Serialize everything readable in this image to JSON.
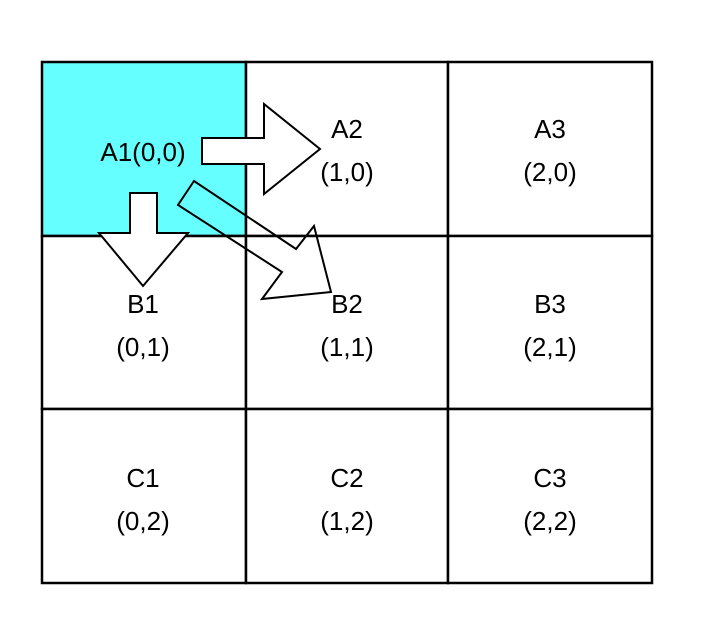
{
  "colors": {
    "highlight_fill": "#66ffff",
    "cell_fill": "#ffffff",
    "border": "#000000"
  },
  "grid": {
    "cells": [
      {
        "id": "a1",
        "line1": "A1(0,0)",
        "line2": "",
        "highlighted": true
      },
      {
        "id": "a2",
        "line1": "A2",
        "line2": "(1,0)",
        "highlighted": false
      },
      {
        "id": "a3",
        "line1": "A3",
        "line2": "(2,0)",
        "highlighted": false
      },
      {
        "id": "b1",
        "line1": "B1",
        "line2": "(0,1)",
        "highlighted": false
      },
      {
        "id": "b2",
        "line1": "B2",
        "line2": "(1,1)",
        "highlighted": false
      },
      {
        "id": "b3",
        "line1": "B3",
        "line2": "(2,1)",
        "highlighted": false
      },
      {
        "id": "c1",
        "line1": "C1",
        "line2": "(0,2)",
        "highlighted": false
      },
      {
        "id": "c2",
        "line1": "C2",
        "line2": "(1,2)",
        "highlighted": false
      },
      {
        "id": "c3",
        "line1": "C3",
        "line2": "(2,2)",
        "highlighted": false
      }
    ]
  },
  "arrows": [
    {
      "name": "right-arrow-icon",
      "from": "A1(0,0)",
      "to": "A2"
    },
    {
      "name": "down-arrow-icon",
      "from": "A1(0,0)",
      "to": "B1"
    },
    {
      "name": "diagonal-arrow-icon",
      "from": "A1(0,0)",
      "to": "B2"
    }
  ]
}
